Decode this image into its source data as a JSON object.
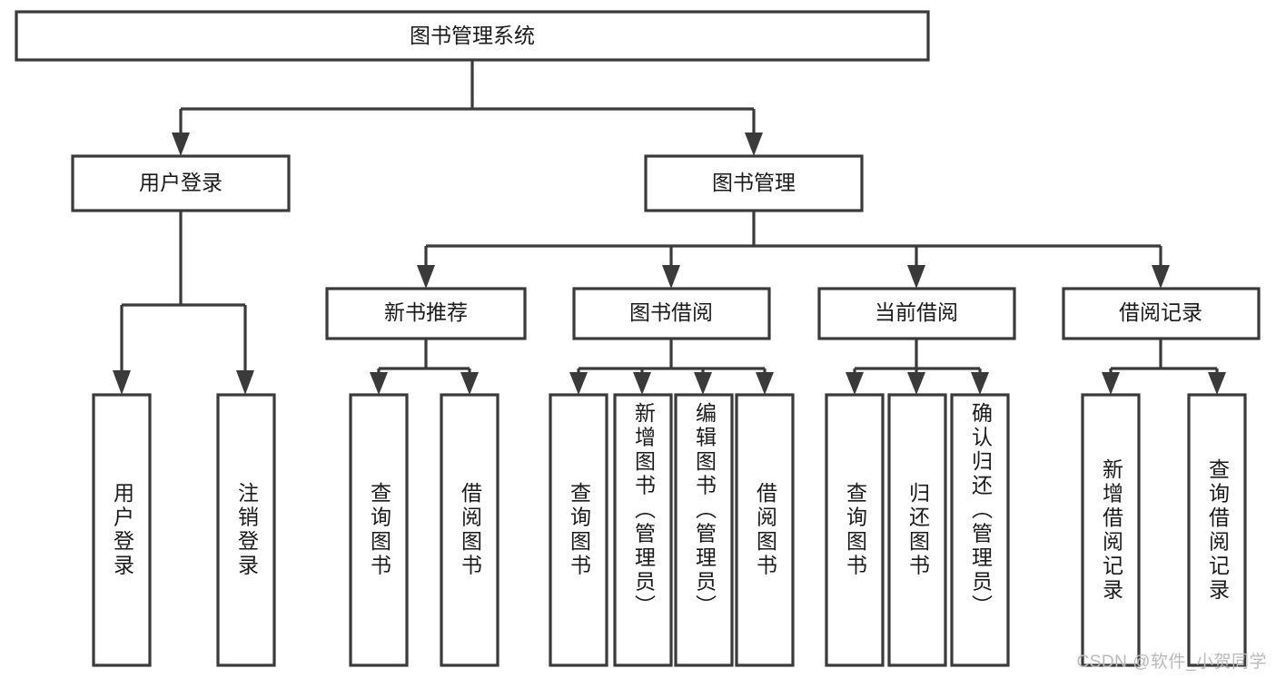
{
  "diagram": {
    "title": "图书管理系统",
    "type": "hierarchy-tree",
    "watermark": "CSDN @软件_小贺同学",
    "colors": {
      "box_stroke": "#3a3a3a",
      "box_fill": "#ffffff",
      "text": "#1a1a1a",
      "background": "#ffffff",
      "watermark": "#b9b9b9"
    },
    "root": {
      "label": "图书管理系统"
    },
    "level2": [
      {
        "id": "user-login",
        "label": "用户登录"
      },
      {
        "id": "book-management",
        "label": "图书管理"
      }
    ],
    "level3": [
      {
        "id": "new-book-recommend",
        "label": "新书推荐"
      },
      {
        "id": "book-borrow",
        "label": "图书借阅"
      },
      {
        "id": "current-borrow",
        "label": "当前借阅"
      },
      {
        "id": "borrow-record",
        "label": "借阅记录"
      }
    ],
    "leaves": [
      {
        "id": "leaf-user-login",
        "label": "用户登录",
        "parent": "user-login"
      },
      {
        "id": "leaf-user-logout",
        "label": "注销登录",
        "parent": "user-login"
      },
      {
        "id": "leaf-query-book-1",
        "label": "查询图书",
        "parent": "new-book-recommend"
      },
      {
        "id": "leaf-borrow-book-1",
        "label": "借阅图书",
        "parent": "new-book-recommend"
      },
      {
        "id": "leaf-query-book-2",
        "label": "查询图书",
        "parent": "book-borrow"
      },
      {
        "id": "leaf-add-book",
        "label": "新增图书（管理员）",
        "parent": "book-borrow"
      },
      {
        "id": "leaf-edit-book",
        "label": "编辑图书（管理员）",
        "parent": "book-borrow"
      },
      {
        "id": "leaf-borrow-book-2",
        "label": "借阅图书",
        "parent": "book-borrow"
      },
      {
        "id": "leaf-query-book-3",
        "label": "查询图书",
        "parent": "current-borrow"
      },
      {
        "id": "leaf-return-book",
        "label": "归还图书",
        "parent": "current-borrow"
      },
      {
        "id": "leaf-confirm-return",
        "label": "确认归还（管理员）",
        "parent": "current-borrow"
      },
      {
        "id": "leaf-add-record",
        "label": "新增借阅记录",
        "parent": "borrow-record"
      },
      {
        "id": "leaf-query-record",
        "label": "查询借阅记录",
        "parent": "borrow-record"
      }
    ]
  }
}
